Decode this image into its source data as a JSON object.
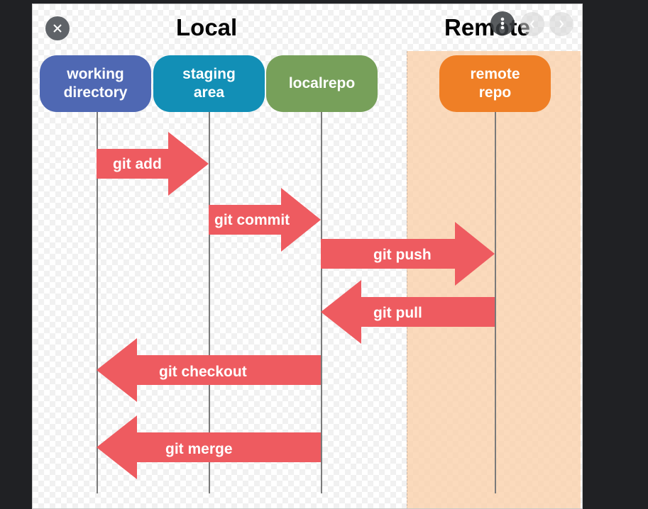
{
  "headings": {
    "local": "Local",
    "remote": "Remote"
  },
  "lanes": [
    {
      "id": "working",
      "label": "working\ndirectory",
      "color": "#4f68b3"
    },
    {
      "id": "staging",
      "label": "staging\narea",
      "color": "#128fb6"
    },
    {
      "id": "local",
      "label": "localrepo",
      "color": "#77a05a"
    },
    {
      "id": "remote",
      "label": "remote\nrepo",
      "color": "#ef7f26"
    }
  ],
  "commands": [
    {
      "label": "git add",
      "from": "working",
      "to": "staging"
    },
    {
      "label": "git commit",
      "from": "staging",
      "to": "local"
    },
    {
      "label": "git push",
      "from": "local",
      "to": "remote"
    },
    {
      "label": "git pull",
      "from": "remote",
      "to": "local"
    },
    {
      "label": "git checkout",
      "from": "local",
      "to": "working"
    },
    {
      "label": "git merge",
      "from": "local",
      "to": "working"
    }
  ],
  "colors": {
    "arrow": "#ee5b60",
    "remote_zone": "#fbd5b5"
  },
  "viewer_controls": {
    "close": "close-icon",
    "info": "info-icon",
    "prev": "chevron-left-icon",
    "next": "chevron-right-icon"
  }
}
